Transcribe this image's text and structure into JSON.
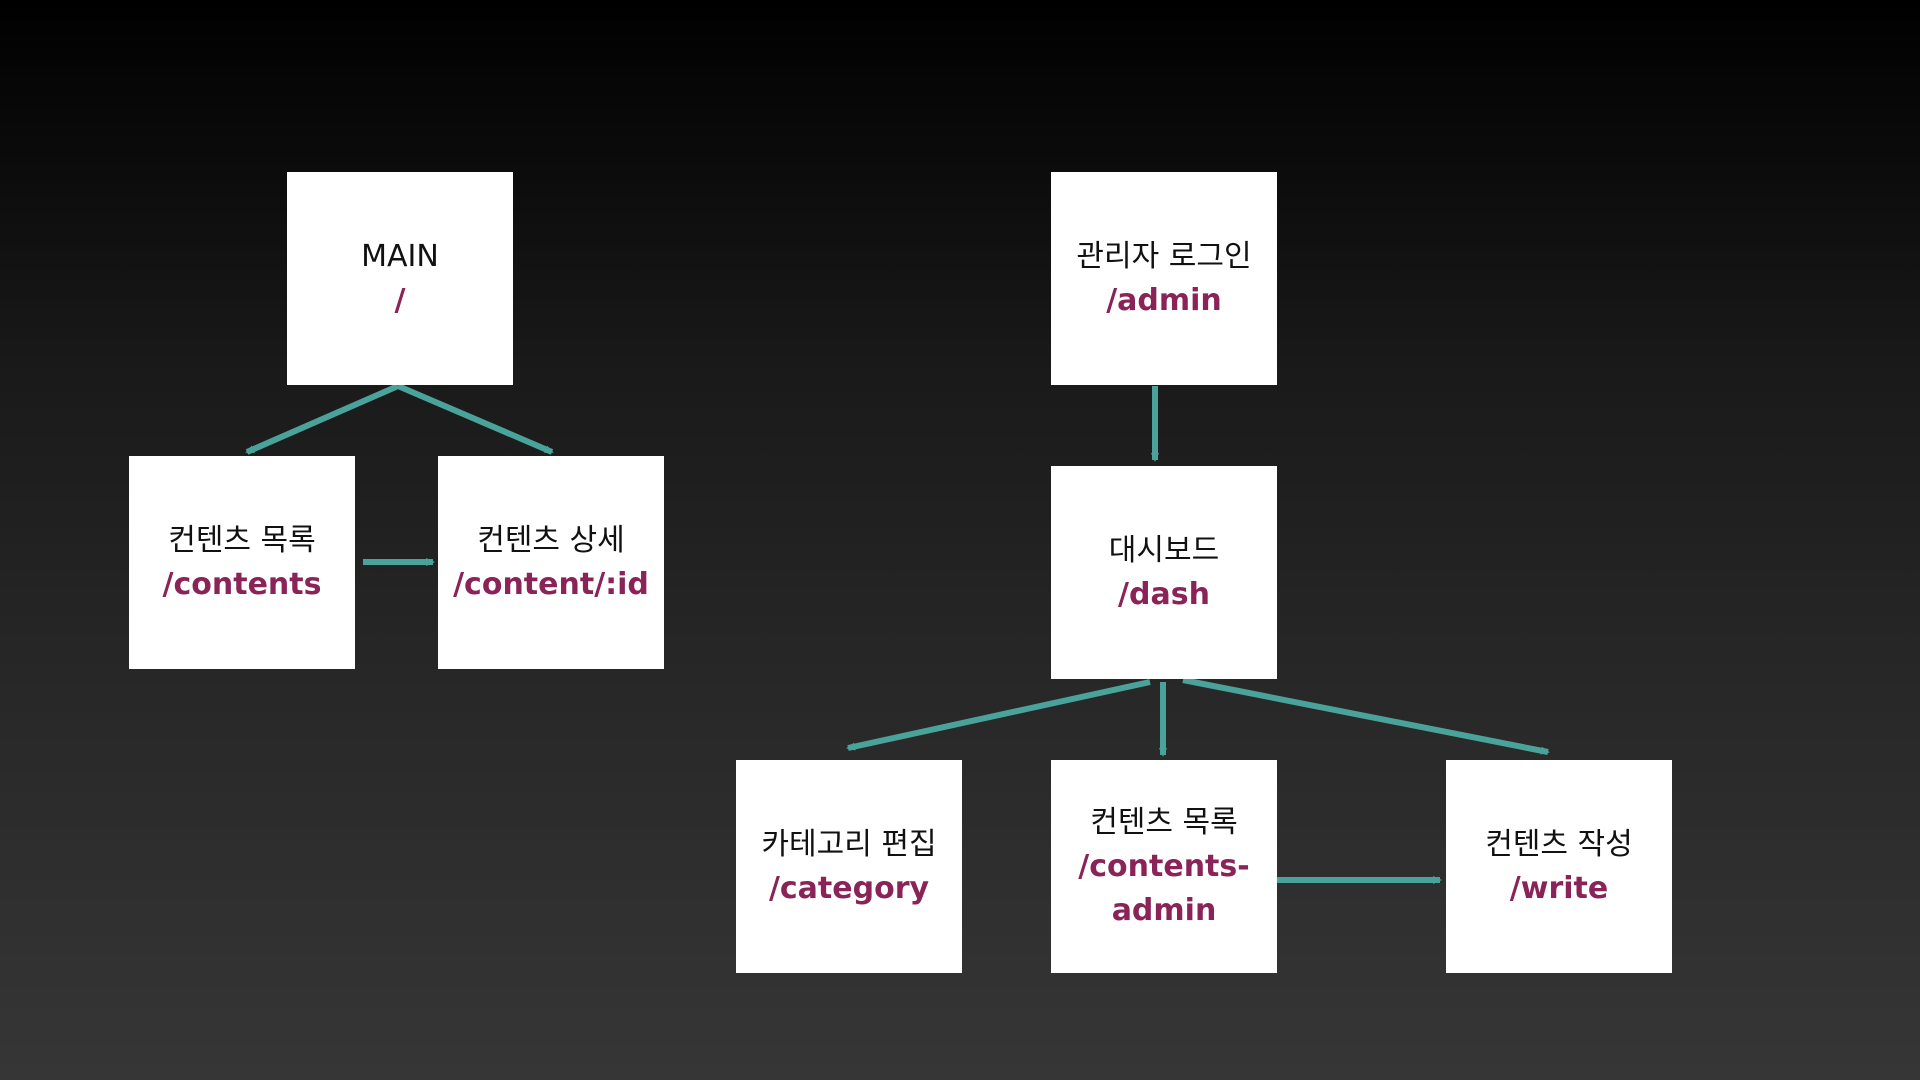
{
  "colors": {
    "arrow": "#4aa39a",
    "box": "#ffffff",
    "title_text": "#111111",
    "route_text": "#8a2357"
  },
  "nodes": {
    "main": {
      "title": "MAIN",
      "route": "/"
    },
    "contents": {
      "title": "컨텐츠 목록",
      "route": "/contents"
    },
    "content_detail": {
      "title": "컨텐츠 상세",
      "route": "/content/:id"
    },
    "admin_login": {
      "title": "관리자 로그인",
      "route": "/admin"
    },
    "dashboard": {
      "title": "대시보드",
      "route": "/dash"
    },
    "category": {
      "title": "카테고리 편집",
      "route": "/category"
    },
    "contents_admin": {
      "title": "컨텐츠 목록",
      "route": "/contents-admin"
    },
    "write": {
      "title": "컨텐츠 작성",
      "route": "/write"
    }
  },
  "edges": [
    {
      "from": "main",
      "to": "contents"
    },
    {
      "from": "main",
      "to": "content_detail"
    },
    {
      "from": "contents",
      "to": "content_detail"
    },
    {
      "from": "admin_login",
      "to": "dashboard"
    },
    {
      "from": "dashboard",
      "to": "category"
    },
    {
      "from": "dashboard",
      "to": "contents_admin"
    },
    {
      "from": "dashboard",
      "to": "write"
    },
    {
      "from": "contents_admin",
      "to": "write"
    }
  ]
}
